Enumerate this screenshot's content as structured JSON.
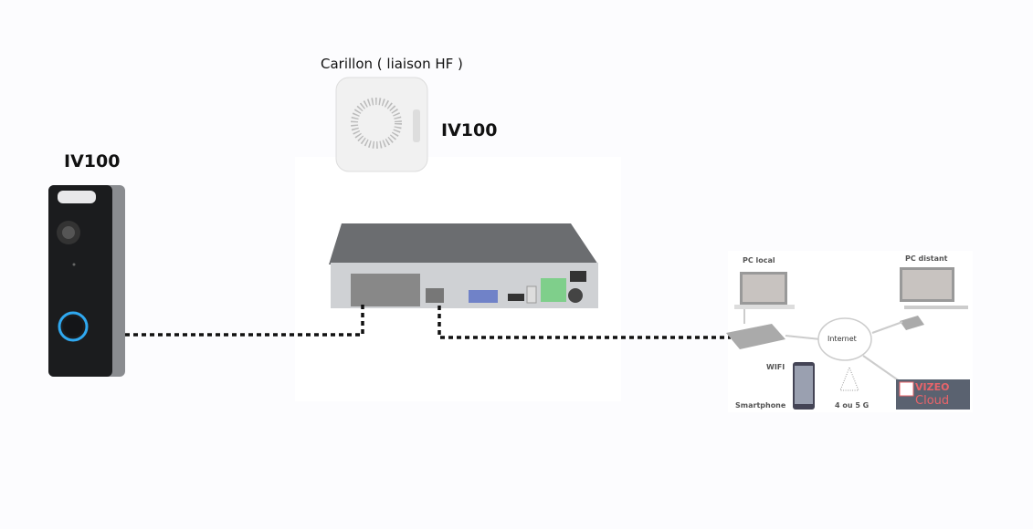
{
  "labels": {
    "chime": "Carillon ( liaison HF )",
    "chime_model": "IV100",
    "doorbell_model": "IV100"
  },
  "network": {
    "pc_local": "PC local",
    "pc_remote": "PC distant",
    "internet": "Internet",
    "wifi": "WIFI",
    "smartphone": "Smartphone",
    "mobile": "4 ou 5 G",
    "cloud_brand": "VIZEO",
    "cloud": "Cloud"
  },
  "colors": {
    "cloud_bg": "#5a6270",
    "cloud_text": "#e8646a",
    "doorbell_ring": "#2fa8f0"
  }
}
